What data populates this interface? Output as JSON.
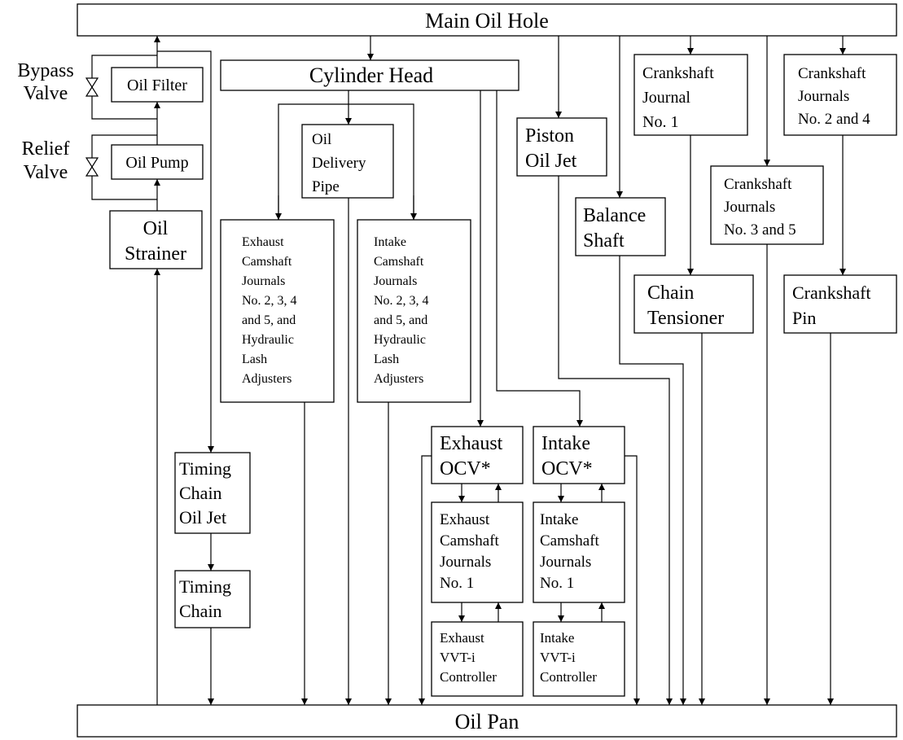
{
  "nodes": {
    "main_oil_hole": "Main Oil Hole",
    "oil_pan": "Oil Pan",
    "bypass_valve": [
      "Bypass",
      "Valve"
    ],
    "oil_filter": "Oil Filter",
    "relief_valve": [
      "Relief",
      "Valve"
    ],
    "oil_pump": "Oil Pump",
    "oil_strainer": [
      "Oil",
      "Strainer"
    ],
    "cylinder_head": "Cylinder Head",
    "oil_delivery_pipe": [
      "Oil",
      "Delivery",
      "Pipe"
    ],
    "exhaust_cam_journals_2345": [
      "Exhaust",
      "Camshaft",
      "Journals",
      "No. 2, 3, 4",
      "and 5, and",
      "Hydraulic",
      "Lash",
      "Adjusters"
    ],
    "intake_cam_journals_2345": [
      "Intake",
      "Camshaft",
      "Journals",
      "No. 2, 3, 4",
      "and 5, and",
      "Hydraulic",
      "Lash",
      "Adjusters"
    ],
    "piston_oil_jet": [
      "Piston",
      "Oil Jet"
    ],
    "balance_shaft": [
      "Balance",
      "Shaft"
    ],
    "crankshaft_journal_1": [
      "Crankshaft",
      "Journal",
      "No. 1"
    ],
    "crankshaft_journals_2_4": [
      "Crankshaft",
      "Journals",
      "No. 2 and 4"
    ],
    "crankshaft_journals_3_5": [
      "Crankshaft",
      "Journals",
      "No. 3 and 5"
    ],
    "chain_tensioner": [
      "Chain",
      "Tensioner"
    ],
    "crankshaft_pin": [
      "Crankshaft",
      "Pin"
    ],
    "timing_chain_oil_jet": [
      "Timing",
      "Chain",
      "Oil Jet"
    ],
    "timing_chain": [
      "Timing",
      "Chain"
    ],
    "exhaust_ocv": [
      "Exhaust",
      "OCV*"
    ],
    "intake_ocv": [
      "Intake",
      "OCV*"
    ],
    "exhaust_cam_journal_1": [
      "Exhaust",
      "Camshaft",
      "Journals",
      "No. 1"
    ],
    "intake_cam_journal_1": [
      "Intake",
      "Camshaft",
      "Journals",
      "No. 1"
    ],
    "exhaust_vvt": [
      "Exhaust",
      "VVT-i",
      "Controller"
    ],
    "intake_vvt": [
      "Intake",
      "VVT-i",
      "Controller"
    ]
  }
}
